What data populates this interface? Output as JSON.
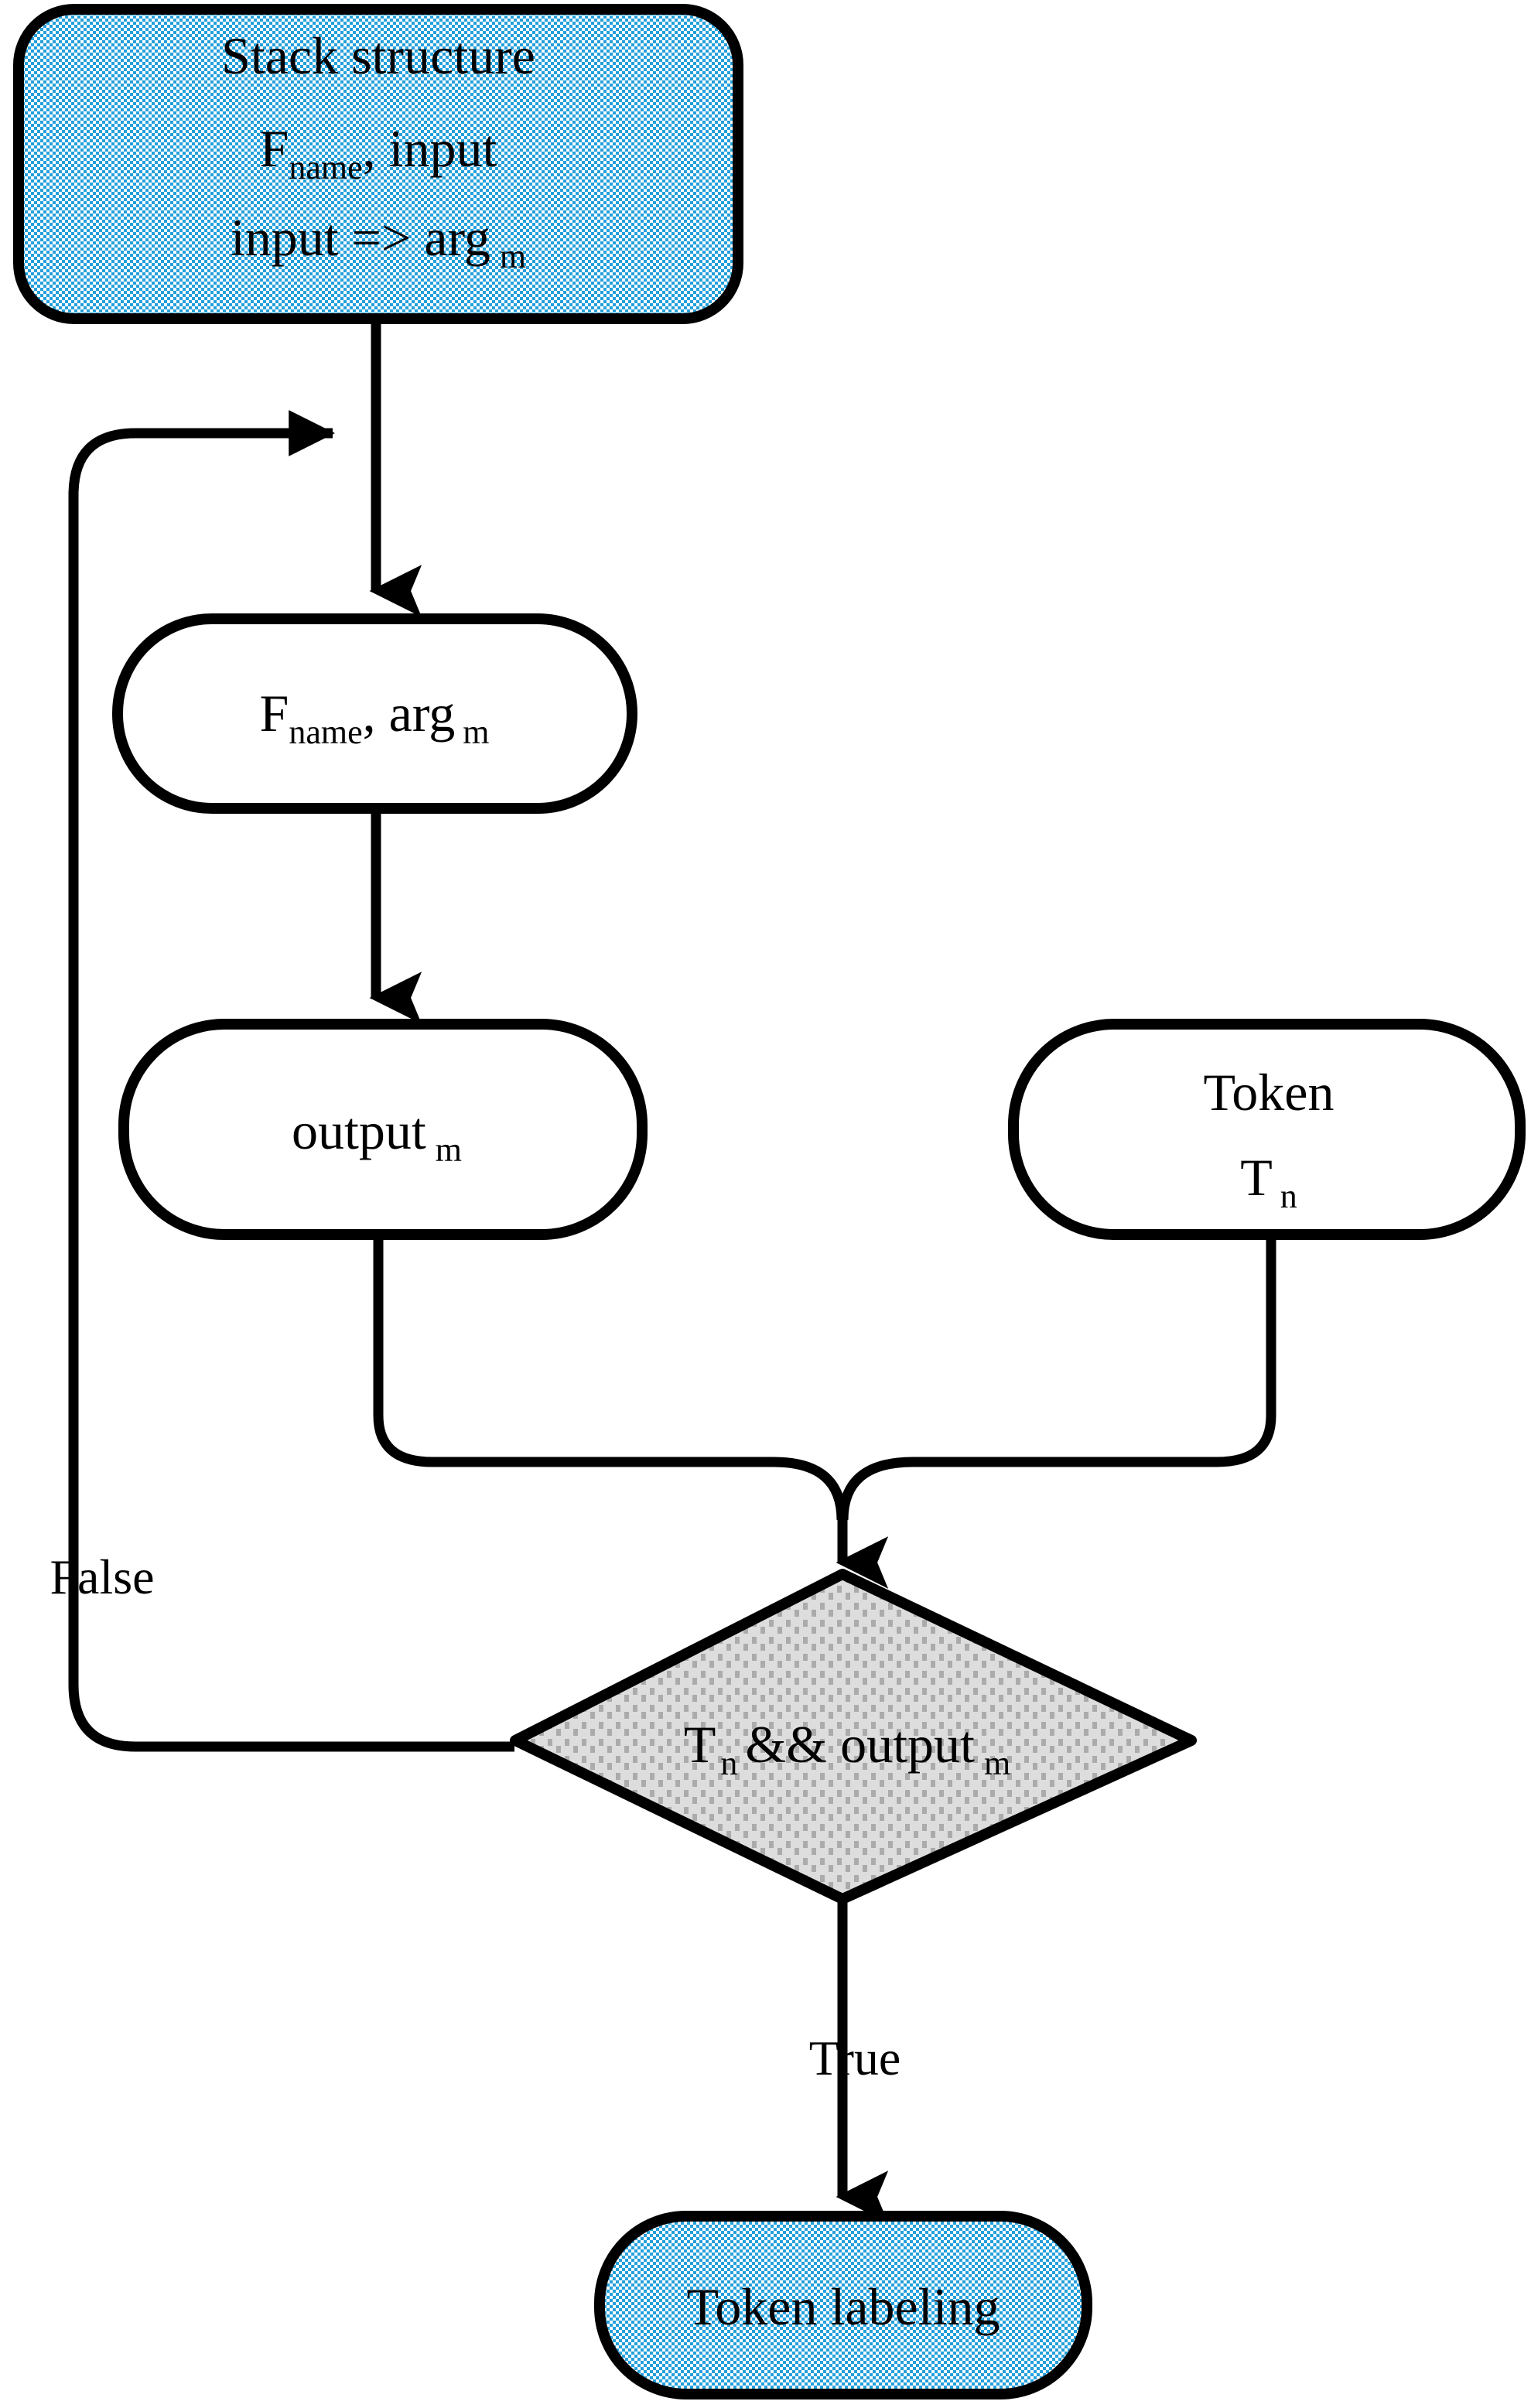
{
  "diagram": {
    "title": "Token labeling flowchart",
    "type": "flowchart",
    "colors": {
      "accent_fill": "#23A0DC",
      "accent_fill_alt": "#ffffff",
      "decision_fill": "#DCDCDC",
      "decision_dot": "#A9A9A9",
      "stroke": "#000000",
      "plain_fill": "#ffffff",
      "background": "#ffffff"
    },
    "nodes": {
      "stack_structure": {
        "shape": "rounded-rectangle",
        "fill": "checkered-cyan",
        "line1": "Stack structure",
        "line2_base": "F",
        "line2_sub": "name",
        "line2_rest": ",   input",
        "line3_base": "input => arg",
        "line3_sub": "m"
      },
      "function_call": {
        "shape": "stadium",
        "fill": "white",
        "base": "F",
        "sub": "name",
        "rest": ",   arg",
        "sub2": "m"
      },
      "output_node": {
        "shape": "stadium",
        "fill": "white",
        "base": "output",
        "sub": "m"
      },
      "token_node": {
        "shape": "stadium",
        "fill": "white",
        "line1": "Token",
        "line2_base": "T",
        "line2_sub": "n"
      },
      "decision": {
        "shape": "diamond",
        "fill": "dotted-gray",
        "part1_base": "T",
        "part1_sub": "n",
        "part2": "&& output",
        "part2_sub": "m"
      },
      "token_labeling": {
        "shape": "stadium",
        "fill": "checkered-cyan",
        "label": "Token labeling"
      }
    },
    "edge_labels": {
      "false_branch": "False",
      "true_branch": "True"
    }
  }
}
